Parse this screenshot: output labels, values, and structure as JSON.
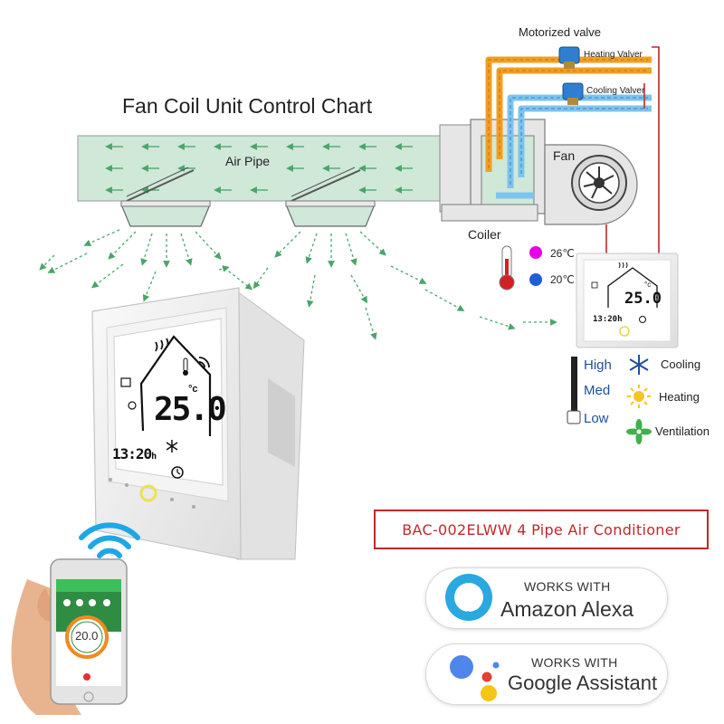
{
  "diagram": {
    "title": "Fan Coil Unit Control Chart",
    "air_pipe_label": "Air Pipe",
    "fan_label": "Fan",
    "coiler_label": "Coiler",
    "motorized_valve_label": "Motorized valve",
    "heating_valve_label": "Heating Valver",
    "cooling_valve_label": "Cooling Valver",
    "hot_temp": "26℃",
    "cold_temp": "20℃",
    "hot_color": "#e600e6",
    "cold_color": "#1f5fd6",
    "pipe_hot_color": "#f0a020",
    "pipe_cold_color": "#7cc4ee",
    "air_color": "#cfe8d8",
    "arrow_color": "#4aa56b",
    "wire_color": "#c0282c"
  },
  "speed_legend": {
    "high": "High",
    "med": "Med",
    "low": "Low"
  },
  "mode_legend": {
    "cooling": "Cooling",
    "heating": "Heating",
    "ventilation": "Ventilation"
  },
  "thermostat_large": {
    "temperature": "25.0",
    "unit": "°c",
    "clock": "13:20",
    "clock_suffix": "h"
  },
  "thermostat_small": {
    "temperature": "25.0",
    "unit": "°c",
    "clock": "13:20",
    "clock_suffix": "h"
  },
  "phone": {
    "dial_value": "20.0"
  },
  "product": {
    "model": "BAC-002ELWW 4 Pipe Air Conditioner"
  },
  "badges": {
    "alexa_small": "WORKS WITH",
    "alexa_big": "Amazon Alexa",
    "google_small": "WORKS WITH",
    "google_big": "Google Assistant",
    "alexa_color": "#2aa8e0"
  }
}
